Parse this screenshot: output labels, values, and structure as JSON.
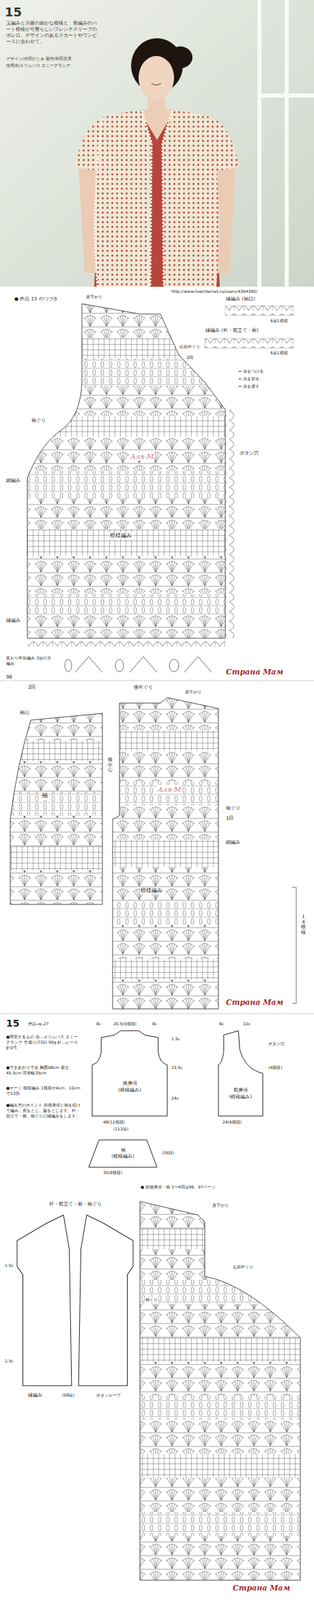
{
  "diagram": {
    "nodes": [
      {
        "text": [
          "後身頃",
          "(模様編み)"
        ]
      },
      {
        "text": [
          "前身頃",
          "(模様編み)"
        ]
      },
      {
        "text": [
          "袖",
          "(模様編み)"
        ]
      },
      {
        "text": [
          "衿・前立て・裾・袖ぐり"
        ]
      }
    ],
    "labels": [
      "15",
      "玉編みと方眼の細かな模様と、長編みのハート模様が可愛らしいフレンチスリーブのボレロ。デザインのあるスカートやワンピースに合わせて。",
      "デザイン/吉田ひとみ 製作/和田恵美",
      "使用糸/オリムパス エミーグランデ",
      "http://www.liveinternet.ru/users/4394390/",
      "● 作品 15 のつづき",
      "肩下がり",
      "縁編み (袖口)",
      "6目1模様",
      "縁編み (衿・前立て・裾)",
      "6目1模様",
      "右前衿ぐり",
      "3回",
      "= 糸をつける",
      "= 糸を切る",
      "= 糸を渡す",
      "袖ぐり",
      "細編み",
      "ボタン穴",
      "模様編み",
      "縁編み",
      "変わり中長編み 3目の玉編み",
      "96",
      "Страна Мам",
      "Аля-М",
      "2回",
      "後衿ぐり",
      "肩下がり",
      "袖山",
      "袖",
      "後中心",
      "袖ぐり",
      "1回",
      "細編み",
      "模様編み",
      "14模様",
      "Аля-М",
      "Страна Мам",
      "15",
      "作品→p.27",
      "●用意するもの 糸…オリムパス エミーグランデ 生成り(732) 95g 針…レース針0号",
      "●できあがり寸法 胸囲98cm 着丈45.5cm 背肩幅35cm",
      "●ゲージ 模様編み 1模様が4cm、10cmで13段",
      "●編み方のポイント 前後身頃と袖を続けて編み、肩をとじ、脇をとじます。衿・前立て・裾、袖ぐりに縁編みをします。",
      "8c",
      "20.5(5模様)",
      "8c",
      "1.5c",
      "15.5c",
      "24c",
      "48(12模様)",
      "(113目)",
      "8c",
      "10c",
      "(4模様)",
      "24(6模様)",
      "ボタン穴",
      "(36段)",
      "35(8模様)",
      "● 前後身頃・袖 1〜4回は96、97ページ",
      "1.5c",
      "ボタンループ",
      "縁編み",
      "(98目)",
      "2.5c",
      "肩下がり",
      "左前衿ぐり",
      "袖ぐり",
      "Страна Мам"
    ]
  }
}
